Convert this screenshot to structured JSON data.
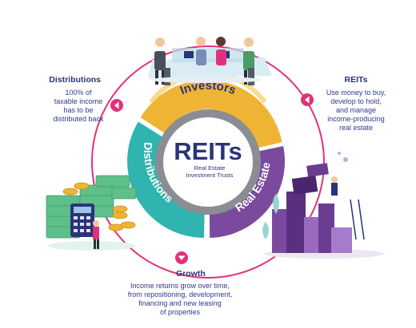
{
  "center": {
    "title": "REITs",
    "subtitle_line1": "Real Estate",
    "subtitle_line2": "Investment Trusts"
  },
  "ring_segments": [
    {
      "label": "Investors",
      "color": "#f0b434"
    },
    {
      "label": "Real Estate",
      "color": "#7b4a9e"
    },
    {
      "label": "Distributions",
      "color": "#2fb4b0"
    }
  ],
  "blocks": {
    "distributions": {
      "heading": "Distributions",
      "lines": [
        "100% of",
        "taxable income",
        "has to be",
        "distributed back"
      ]
    },
    "reits": {
      "heading": "REITs",
      "lines": [
        "Use money to buy,",
        "develop to hold,",
        "and manage",
        "income-producing",
        "real estate"
      ]
    },
    "growth": {
      "heading": "Growth",
      "lines": [
        "Income returns grow over time,",
        "from repositioning, development,",
        "financing and new leasing",
        "of properties"
      ]
    }
  },
  "colors": {
    "accent_pink": "#e2317a",
    "text_navy": "#2e3a8c",
    "ring_gray": "#8a8d92"
  },
  "icons": [
    "chevron-left-icon",
    "chevron-down-icon",
    "meeting-table-illustration",
    "building-crane-illustration",
    "money-calculator-illustration"
  ]
}
